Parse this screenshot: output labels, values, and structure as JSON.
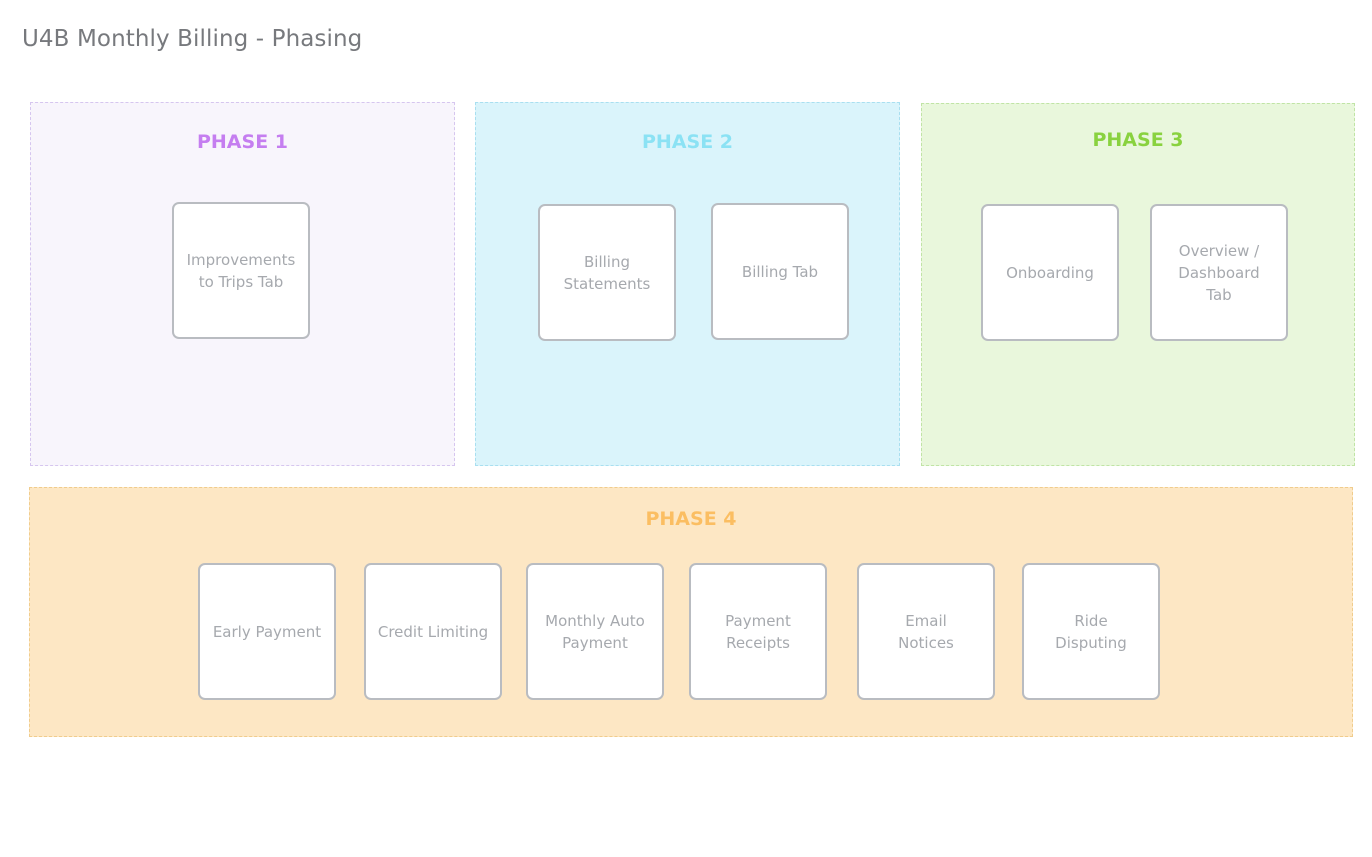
{
  "title": "U4B Monthly Billing - Phasing",
  "phases": [
    {
      "label": "PHASE 1",
      "items": [
        "Improvements to Trips Tab"
      ]
    },
    {
      "label": "PHASE 2",
      "items": [
        "Billing Statements",
        "Billing Tab"
      ]
    },
    {
      "label": "PHASE 3",
      "items": [
        "Onboarding",
        "Overview / Dashboard Tab"
      ]
    },
    {
      "label": "PHASE 4",
      "items": [
        "Early Payment",
        "Credit Limiting",
        "Monthly Auto Payment",
        "Payment Receipts",
        "Email Notices",
        "Ride Disputing"
      ]
    }
  ],
  "colors": {
    "phase1_accent": "#c57ef0",
    "phase2_accent": "#8be2f4",
    "phase3_accent": "#89d23f",
    "phase4_accent": "#fbbe62",
    "card_border": "#b9bcc1",
    "card_text": "#a6a9ae"
  }
}
